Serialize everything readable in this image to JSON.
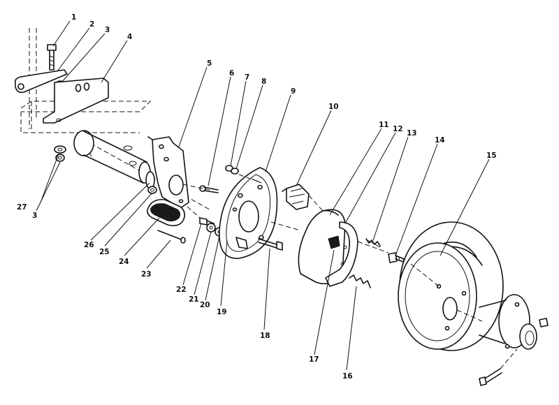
{
  "callouts": [
    {
      "id": 1,
      "label": "1"
    },
    {
      "id": 2,
      "label": "2"
    },
    {
      "id": 3,
      "label": "3"
    },
    {
      "id": 4,
      "label": "4"
    },
    {
      "id": 5,
      "label": "5"
    },
    {
      "id": 6,
      "label": "6"
    },
    {
      "id": 7,
      "label": "7"
    },
    {
      "id": 8,
      "label": "8"
    },
    {
      "id": 9,
      "label": "9"
    },
    {
      "id": 10,
      "label": "10"
    },
    {
      "id": 11,
      "label": "11"
    },
    {
      "id": 12,
      "label": "12"
    },
    {
      "id": 13,
      "label": "13"
    },
    {
      "id": 14,
      "label": "14"
    },
    {
      "id": 15,
      "label": "15"
    },
    {
      "id": 16,
      "label": "16"
    },
    {
      "id": 17,
      "label": "17"
    },
    {
      "id": 18,
      "label": "18"
    },
    {
      "id": 19,
      "label": "19"
    },
    {
      "id": 20,
      "label": "20"
    },
    {
      "id": 21,
      "label": "21"
    },
    {
      "id": 22,
      "label": "22"
    },
    {
      "id": 23,
      "label": "23"
    },
    {
      "id": 24,
      "label": "24"
    },
    {
      "id": 25,
      "label": "25"
    },
    {
      "id": 26,
      "label": "26"
    },
    {
      "id": 27,
      "label": "27"
    },
    {
      "id": 28,
      "label": "3"
    }
  ]
}
